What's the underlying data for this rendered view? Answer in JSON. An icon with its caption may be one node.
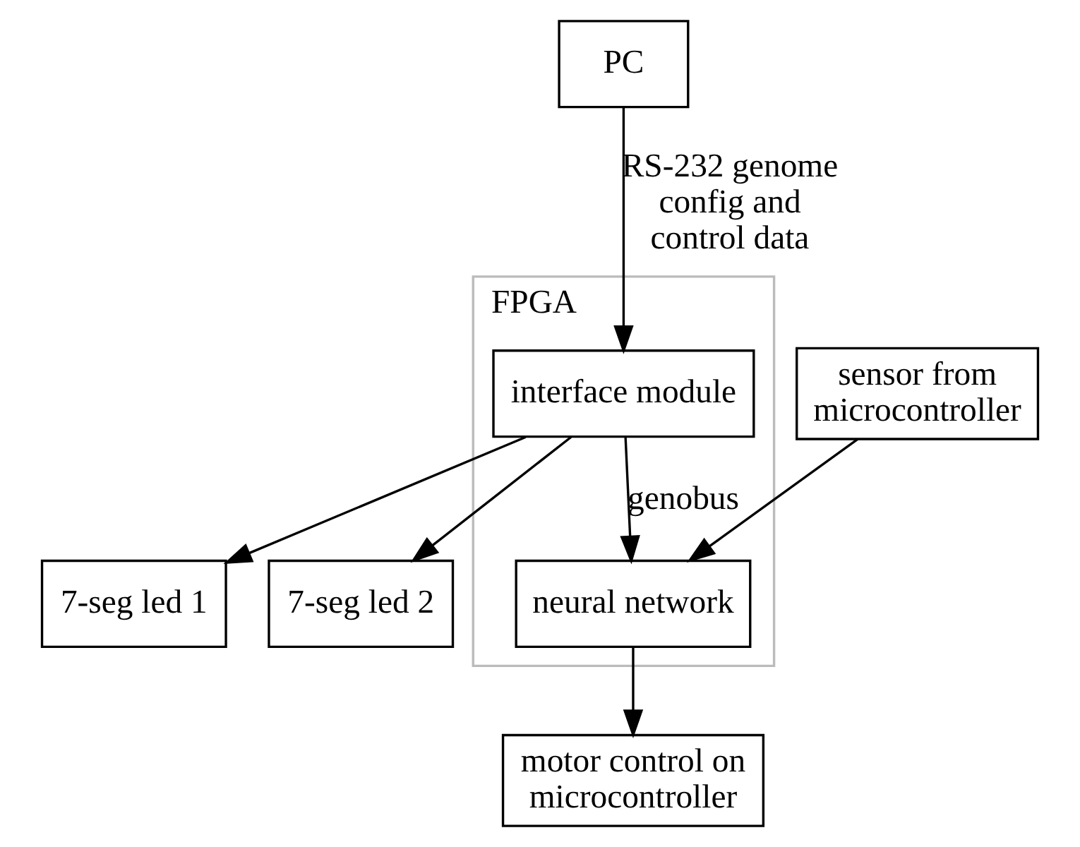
{
  "diagram": {
    "nodes": [
      {
        "text": [
          "PC"
        ]
      },
      {
        "text": [
          "FPGA"
        ]
      },
      {
        "text": [
          "interface module"
        ],
        "in": 1
      },
      {
        "text": [
          "neural network"
        ],
        "in": 1
      },
      {
        "text": [
          "sensor from microcontroller"
        ]
      },
      {
        "text": [
          "7-seg led 1"
        ]
      },
      {
        "text": [
          "7-seg led 2"
        ]
      },
      {
        "text": [
          "motor control on microcontroller"
        ]
      }
    ],
    "edges": [
      {
        "from": 0,
        "to": 2,
        "arrow": "to",
        "label": "RS-232 genome config and control data"
      },
      {
        "from": 2,
        "to": 5,
        "arrow": "to"
      },
      {
        "from": 2,
        "to": 6,
        "arrow": "to"
      },
      {
        "from": 2,
        "to": 3,
        "arrow": "to",
        "label": "genobus"
      },
      {
        "from": 4,
        "to": 3,
        "arrow": "to"
      },
      {
        "from": 3,
        "to": 7,
        "arrow": "to"
      }
    ]
  }
}
